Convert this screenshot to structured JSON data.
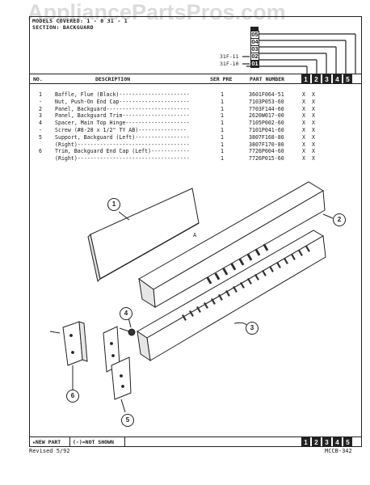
{
  "watermark": "AppliancePartsPros.com",
  "header": {
    "line1": "MODELS COVERED: 1 - 0  31 - 1",
    "line2": "SECTION: BACKGUARD"
  },
  "revisions": [
    "31F-11",
    "31F-10"
  ],
  "revision_tags": [
    "05",
    "04",
    "03",
    "02",
    "01"
  ],
  "columns": {
    "no": "NO.",
    "description": "DESCRIPTION",
    "ser_pre": "SER PRE",
    "part_number": "PART NUMBER",
    "boxes": [
      "1",
      "2",
      "3",
      "4",
      "5"
    ]
  },
  "parts": [
    {
      "no": "1",
      "desc": "Baffle, Flue (Black)----------------------",
      "qty": "1",
      "part": "3601F064-51",
      "x1": "X",
      "x2": "X"
    },
    {
      "no": "-",
      "desc": "Nut, Push-On End Cap----------------------",
      "qty": "1",
      "part": "7103P053-60",
      "x1": "X",
      "x2": "X"
    },
    {
      "no": "2",
      "desc": "Panel, Backguard--------------------------",
      "qty": "1",
      "part": "7703F144-60",
      "x1": "X",
      "x2": "X"
    },
    {
      "no": "3",
      "desc": "Panel, Backguard Trim---------------------",
      "qty": "1",
      "part": "2620W017-00",
      "x1": "X",
      "x2": "X"
    },
    {
      "no": "4",
      "desc": "Spacer, Main Top Hinge--------------------",
      "qty": "1",
      "part": "7105P002-60",
      "x1": "X",
      "x2": "X"
    },
    {
      "no": "-",
      "desc": "Screw (#8-28 x 1/2\" TY AB)---------------",
      "qty": "1",
      "part": "7101P041-60",
      "x1": "X",
      "x2": "X"
    },
    {
      "no": "5",
      "desc": "Support, Backguard (Left)-----------------",
      "qty": "1",
      "part": "3807F168-80",
      "x1": "X",
      "x2": "X"
    },
    {
      "no": "",
      "desc": "(Right)-----------------------------------",
      "qty": "1",
      "part": "3807F170-80",
      "x1": "X",
      "x2": "X"
    },
    {
      "no": "6",
      "desc": "Trim, Backguard End Cap (Left)------------",
      "qty": "1",
      "part": "7726P004-60",
      "x1": "X",
      "x2": "X"
    },
    {
      "no": "",
      "desc": "(Right)-----------------------------------",
      "qty": "1",
      "part": "7726P015-60",
      "x1": "X",
      "x2": "X"
    }
  ],
  "callouts": [
    "1",
    "2",
    "3",
    "4",
    "5",
    "6"
  ],
  "diagram_label": "A",
  "footer": {
    "new_part": "★NEW PART",
    "not_shown": "(-)=NOT SHOWN",
    "boxes": [
      "1",
      "2",
      "3",
      "4",
      "5"
    ]
  },
  "bottom": {
    "revised": "Revised 5/92",
    "code": "MCCB-342"
  }
}
